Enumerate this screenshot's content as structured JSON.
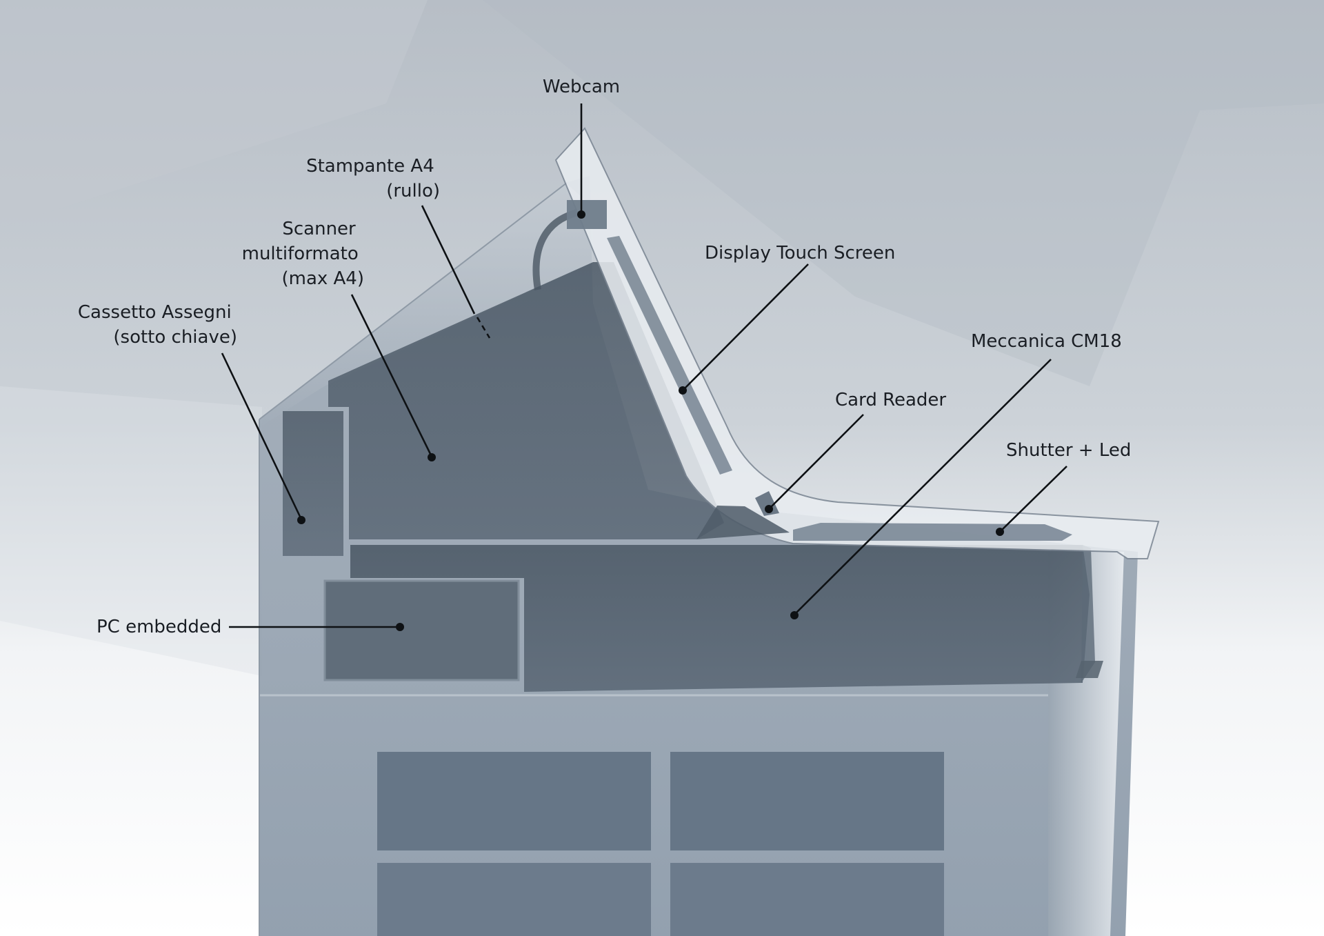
{
  "diagram": {
    "components": [
      {
        "id": "webcam",
        "lines": [
          "Webcam"
        ]
      },
      {
        "id": "stampante",
        "lines": [
          "Stampante A4",
          "(rullo)"
        ]
      },
      {
        "id": "scanner",
        "lines": [
          "Scanner",
          "multiformato",
          "(max A4)"
        ]
      },
      {
        "id": "cassetto",
        "lines": [
          "Cassetto Assegni",
          "(sotto chiave)"
        ]
      },
      {
        "id": "display",
        "lines": [
          "Display Touch Screen"
        ]
      },
      {
        "id": "meccanica",
        "lines": [
          "Meccanica CM18"
        ]
      },
      {
        "id": "card",
        "lines": [
          "Card Reader"
        ]
      },
      {
        "id": "shutter",
        "lines": [
          "Shutter + Led"
        ]
      },
      {
        "id": "pc",
        "lines": [
          "PC embedded"
        ]
      }
    ]
  },
  "colors": {
    "background_top": "#b9c0c8",
    "background_bottom": "#ffffff",
    "housing": "#b7c0ca",
    "component_dark": "#56636f",
    "component_mid": "#667687",
    "leader": "#0e1114"
  }
}
